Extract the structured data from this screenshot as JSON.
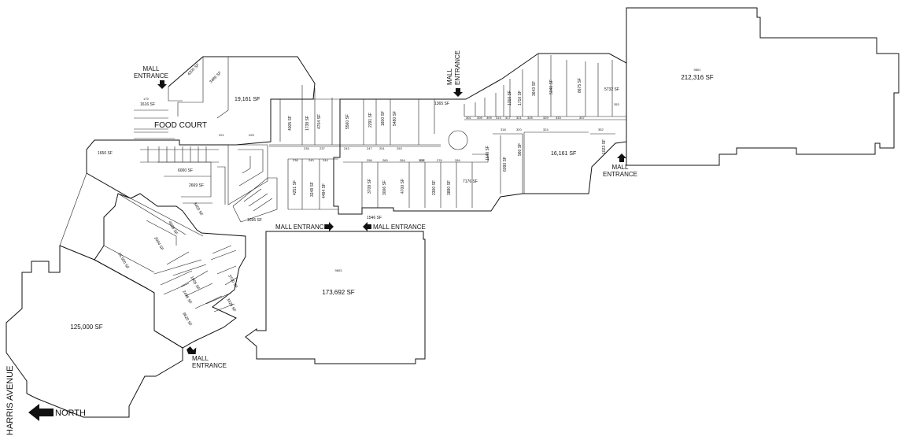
{
  "map": {
    "road_label": "HARRIS AVENUE",
    "north_label": "NORTH",
    "food_court_label": "FOOD COURT",
    "anchors": {
      "east": {
        "id": "9801",
        "area": "212,316 SF"
      },
      "center": {
        "id": "9803",
        "area": "173,692 SF"
      },
      "southwest": {
        "area": "125,000 SF"
      }
    },
    "entrances": {
      "nw": [
        "MALL",
        "ENTRANCE"
      ],
      "north": [
        "MALL",
        "ENTRANCE"
      ],
      "ne": [
        "MALL",
        "ENTRANCE"
      ],
      "sw": [
        "MALL",
        "ENTRANCE"
      ],
      "center_left": "MALL ENTRANCE",
      "center_right": "MALL ENTRANCE"
    },
    "stores_sf": {
      "s19161": "19,161 SF",
      "s16161": "16,161 SF",
      "s16500": "16,500 SF",
      "s5732": "5732 SF",
      "s8675": "8675 SF",
      "s5040": "5040 SF",
      "s3643": "3643 SF",
      "s1710": "1710 SF",
      "s1310": "1310 SF",
      "s7176": "7176 SF",
      "s3880": "3880 SF",
      "s2300": "2300 SF",
      "s4700": "4700 SF",
      "s3000": "3006 SF",
      "s3709": "3709 SF",
      "s4484": "4484 SF",
      "s3248": "3248 SF",
      "s4251": "4251 SF",
      "s5480": "5480 SF",
      "s1800": "1800 SF",
      "s2291": "2291 SF",
      "s5560": "5560 SF",
      "s4704": "4704 SF",
      "s1738": "1738 SF",
      "s4005": "4005 SF",
      "s1365": "1365 SF",
      "s1546": "1546 SF",
      "s1695": "1695 SF",
      "s6000": "6000 SF",
      "s2669": "2669 SF",
      "s3403": "3403 SF",
      "s4088": "4088 SF",
      "s2084": "2084 SF",
      "s3326": "3326 SF",
      "s3700": "3700 SF",
      "s1905": "1905 SF",
      "s2496": "2496 SF",
      "s9620": "9620 SF",
      "s4200": "4200 SF",
      "s3489": "3489 SF",
      "s1616": "1616 SF",
      "s1650": "1650 SF",
      "s6090": "6090 SF",
      "s1023": "1023 SF",
      "s960": "960 SF",
      "s1640": "1640 SF"
    },
    "unit_numbers": [
      "179",
      "225",
      "221",
      "235",
      "237",
      "243",
      "247",
      "251",
      "253",
      "301",
      "305",
      "309",
      "313",
      "317",
      "321",
      "325",
      "329",
      "333",
      "337",
      "353",
      "318",
      "320",
      "324",
      "352",
      "236",
      "240",
      "244",
      "256",
      "260",
      "264",
      "268",
      "272",
      "276",
      "284"
    ]
  }
}
